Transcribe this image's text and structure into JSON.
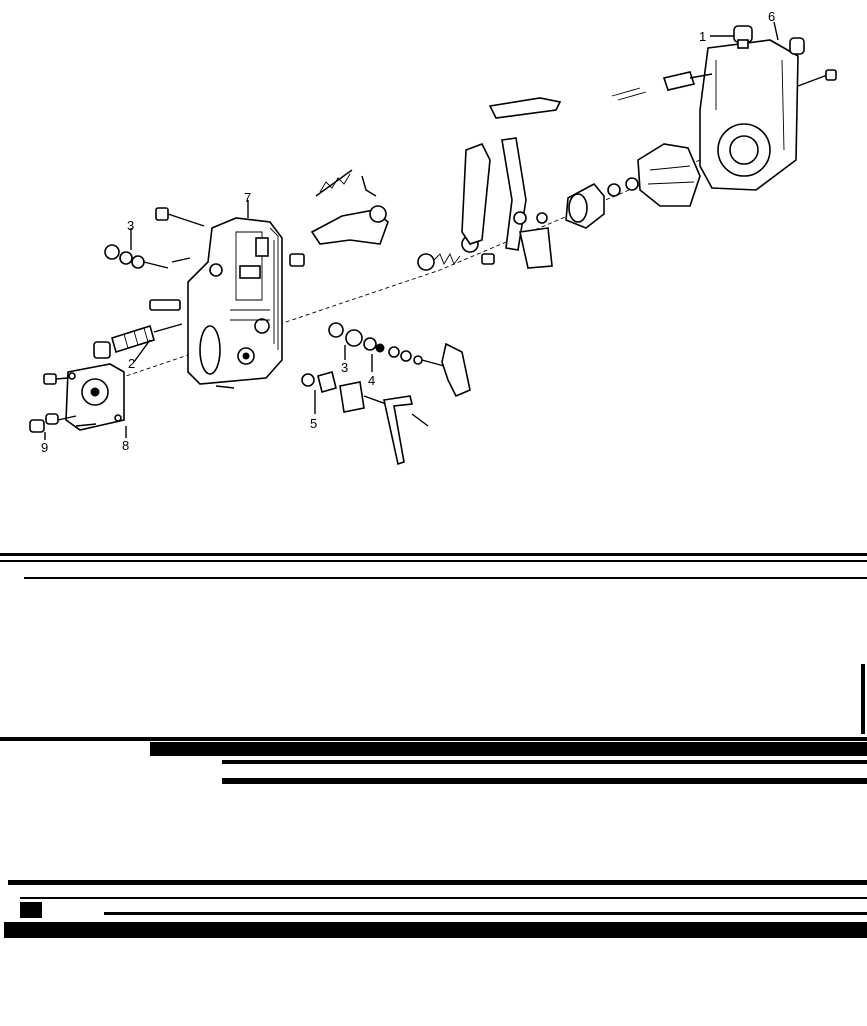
{
  "diagram": {
    "callouts": [
      "1",
      "2",
      "3",
      "3",
      "4",
      "5",
      "6",
      "7",
      "8",
      "9"
    ]
  },
  "colors": {
    "ink": "#000000",
    "paper": "#ffffff"
  }
}
